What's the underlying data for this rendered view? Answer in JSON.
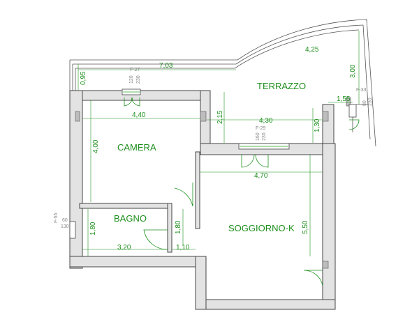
{
  "rooms": {
    "terrazzo": "TERRAZZO",
    "camera": "CAMERA",
    "bagno": "BAGNO",
    "soggiorno": "SOGGIORNO-K"
  },
  "dimensions": {
    "terrace_width": "7,03",
    "terrace_depth_left": "0,95",
    "terrace_curve": "4,25",
    "terrace_depth_right": "3,00",
    "terrace_side": "1,55",
    "terrace_mid": "2,15",
    "terrace_width_right": "4,30",
    "terrace_depth_small": "1,30",
    "camera_width": "4,40",
    "camera_depth": "4,00",
    "soggiorno_width": "4,70",
    "soggiorno_depth": "5,50",
    "bagno_depth": "1,80",
    "bagno_width": "3,20",
    "hall_depth": "1,80",
    "hall_width": "1,10"
  },
  "fixtures": {
    "f27": {
      "code": "F-27",
      "top": "120",
      "bottom": "230"
    },
    "f29": {
      "code": "F-29",
      "top": "160",
      "bottom": "230"
    },
    "f33": {
      "code": "F-33",
      "top": "80",
      "bottom": "230"
    },
    "f55": {
      "code": "F-55",
      "top": "60",
      "bottom": "130"
    }
  }
}
